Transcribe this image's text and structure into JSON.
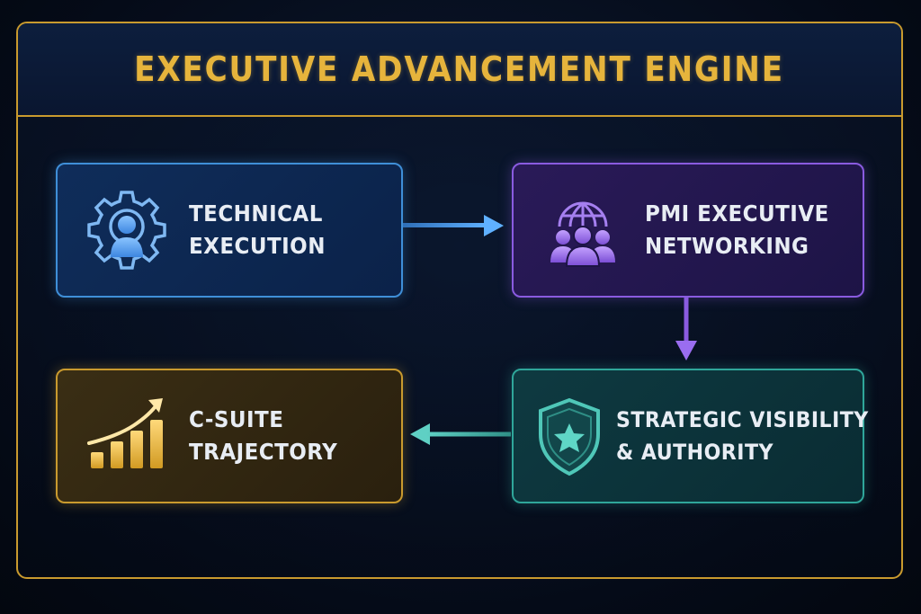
{
  "title": "EXECUTIVE ADVANCEMENT ENGINE",
  "cards": [
    {
      "line1": "TECHNICAL",
      "line2": "EXECUTION",
      "icon": "gear-person-icon",
      "color": "#3f8fd8"
    },
    {
      "line1": "PMI EXECUTIVE",
      "line2": "NETWORKING",
      "icon": "globe-people-icon",
      "color": "#8a5be0"
    },
    {
      "line1": "STRATEGIC VISIBILITY",
      "line2": "& AUTHORITY",
      "icon": "shield-star-icon",
      "color": "#2fa69a"
    },
    {
      "line1": "C-SUITE",
      "line2": "TRAJECTORY",
      "icon": "growth-chart-icon",
      "color": "#c99a2e"
    }
  ],
  "colors": {
    "gold": "#e6b43c",
    "background": "#050b18"
  }
}
